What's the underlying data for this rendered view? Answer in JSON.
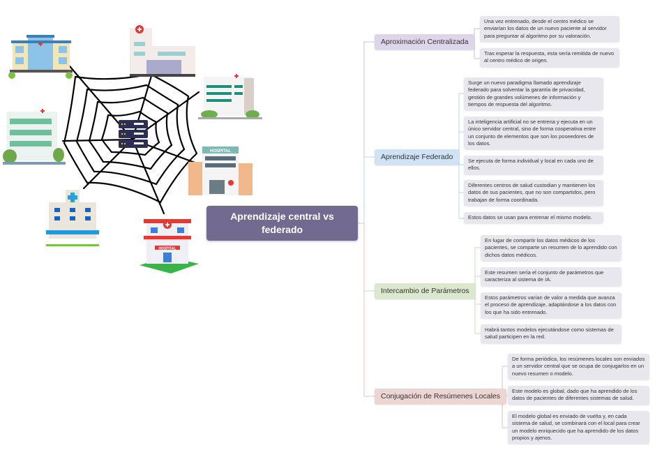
{
  "root": {
    "label": "Aprendizaje central vs federado"
  },
  "illustration": {
    "hub": "server-rack-icon",
    "nodes": [
      "hospital-building-icon",
      "hospital-building-icon",
      "hospital-building-icon",
      "hospital-building-icon",
      "hospital-building-icon",
      "hospital-building-icon",
      "hospital-building-icon"
    ],
    "hospital_signs": [
      "HOSPITAL",
      "HOSPITAL"
    ],
    "colors": {
      "web": "#000000",
      "cross": "#e53935"
    }
  },
  "branches": [
    {
      "label": "Aproximación Centralizada",
      "color": "#ddd6ea",
      "line_color": "#c9c0dc",
      "leaves": [
        "Una vez entrenado, desde el centro médico se enviarían los datos de un nuevo paciente al servidor para preguntar al algoritmo por su valoración.",
        "Tras esperar la respuesta, esta sería remitida de nuevo al centro médico de origen."
      ]
    },
    {
      "label": "Aprendizaje Federado",
      "color": "#cfe2f6",
      "line_color": "#b8d4ef",
      "leaves": [
        "Surge un nuevo paradigma llamado aprendizaje federado para solventar la garantía de privacidad, gestión de grandes volúmenes de información y tiempos de respuesta del algoritmo.",
        "La inteligencia artificial no se entrena y ejecuta en un único servidor central, sino de forma cooperativa entre un conjunto de elementos que son los poseedores de los datos.",
        "Se ejecuta de forma individual y local en cada uno de ellos.",
        "Diferentes centros de salud custodian y mantienen los datos de sus pacientes, que no son compartidos, pero trabajan de forma coordinada.",
        "Estos datos se usan para entrenar el mismo modelo."
      ]
    },
    {
      "label": "Intercambio de Parámetros",
      "color": "#dbe8cd",
      "line_color": "#c8dcb4",
      "leaves": [
        "En lugar de compartir los datos médicos de los pacientes, se comparte un resumen de lo aprendido con dichos datos médicos.",
        "Este resumen sería el conjunto de parámetros que caracteriza al sistema de IA.",
        "Estos parámetros varían de valor a medida que avanza el proceso de aprendizaje, adaptándose a los datos con los que ha sido entrenado.",
        "Habrá tantos modelos ejecutándose como sistemas de salud participen en la red."
      ]
    },
    {
      "label": "Conjugación de Resúmenes Locales",
      "color": "#ecd5d3",
      "line_color": "#e2c2bf",
      "leaves": [
        "De forma periódica, los resúmenes locales son enviados a un servidor central que se ocupa de conjugarlos en un nuevo resumen o modelo.",
        "Este modelo es global, dado que ha aprendido de los datos de pacientes de diferentes sistemas de salud.",
        "El modelo global es enviado de vuelta y, en cada sistema de salud, se combinará con el local para crear un modelo enriquecido que ha aprendido de los datos propios y ajenos."
      ]
    }
  ]
}
